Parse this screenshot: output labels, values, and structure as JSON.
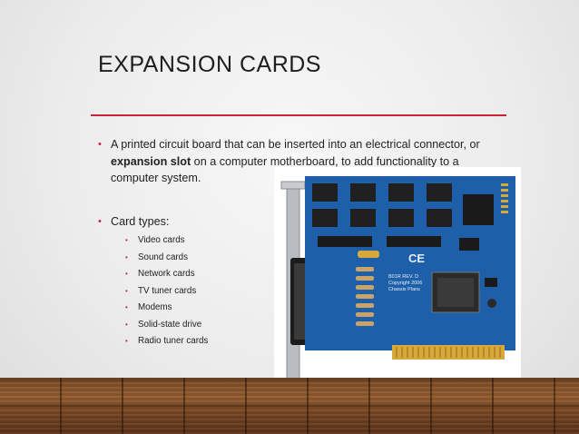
{
  "slide": {
    "title": "EXPANSION CARDS",
    "accent_color": "#c8243a",
    "bullets": [
      {
        "text_before": "A printed circuit board that can be inserted into an electrical connector, or ",
        "text_bold": "expansion slot",
        "text_after": " on a computer motherboard, to add functionality to a computer system."
      },
      {
        "text": "Card types:",
        "subitems": [
          "Video cards",
          "Sound cards",
          "Network cards",
          "TV tuner cards",
          "Modems",
          "Solid-state drive",
          "Radio tuner cards"
        ]
      }
    ]
  },
  "photo": {
    "card_label_1": "B01R REV. D",
    "card_label_2": "Copyright 2006",
    "card_label_3": "Chassis Plans",
    "ce_mark": "CE"
  }
}
